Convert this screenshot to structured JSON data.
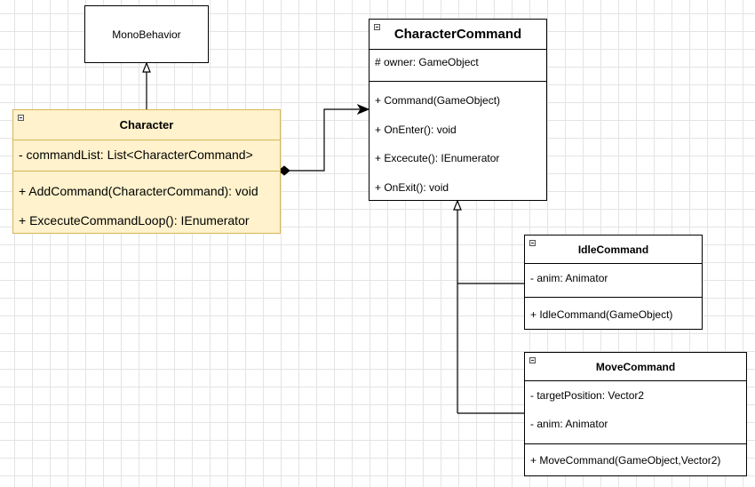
{
  "classes": {
    "mono": {
      "name": "MonoBehavior"
    },
    "character": {
      "name": "Character",
      "attributes": [
        "- commandList: List<CharacterCommand>"
      ],
      "methods": [
        "+ AddCommand(CharacterCommand): void",
        "+ ExcecuteCommandLoop(): IEnumerator"
      ]
    },
    "characterCommand": {
      "name": "CharacterCommand",
      "attributes": [
        "# owner: GameObject"
      ],
      "methods": [
        "+ Command(GameObject)",
        "+ OnEnter(): void",
        "+ Excecute(): IEnumerator",
        "+ OnExit(): void"
      ]
    },
    "idleCommand": {
      "name": "IdleCommand",
      "attributes": [
        "- anim: Animator"
      ],
      "methods": [
        "+ IdleCommand(GameObject)"
      ]
    },
    "moveCommand": {
      "name": "MoveCommand",
      "attributes": [
        "- targetPosition: Vector2",
        "- anim: Animator"
      ],
      "methods": [
        "+ MoveCommand(GameObject,Vector2)"
      ]
    }
  },
  "colors": {
    "highlight_fill": "#fff2cc",
    "highlight_border": "#d6b656",
    "grid": "#e4e4e4",
    "line": "#000000"
  }
}
